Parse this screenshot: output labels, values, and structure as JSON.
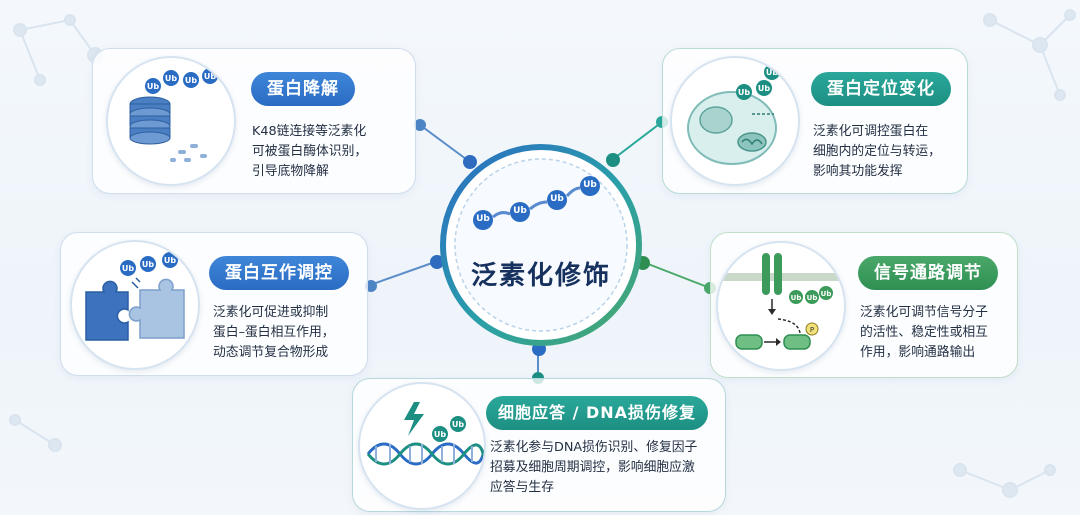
{
  "center": {
    "title": "泛素化修饰",
    "ub_label": "Ub"
  },
  "cards": {
    "degradation": {
      "title": "蛋白降解",
      "lines": [
        "K48链连接等泛素化",
        "可被蛋白酶体识别，",
        "引导底物降解"
      ]
    },
    "localization": {
      "title": "蛋白定位变化",
      "lines": [
        "泛素化可调控蛋白在",
        "细胞内的定位与转运，",
        "影响其功能发挥"
      ]
    },
    "interaction": {
      "title": "蛋白互作调控",
      "lines": [
        "泛素化可促进或抑制",
        "蛋白–蛋白相互作用，",
        "动态调节复合物形成"
      ]
    },
    "signaling": {
      "title": "信号通路调节",
      "lines": [
        "泛素化可调节信号分子",
        "的活性、稳定性或相互",
        "作用，影响通路输出"
      ]
    },
    "dna": {
      "title": "细胞应答 / DNA损伤修复",
      "lines": [
        "泛素化参与DNA损伤识别、修复因子",
        "招募及细胞周期调控，影响细胞应激",
        "应答与生存"
      ]
    }
  },
  "icon_labels": {
    "ub": "Ub",
    "p": "P"
  },
  "colors": {
    "blue": "#2a6cc4",
    "teal": "#1c8f82",
    "green": "#2f8f52",
    "navy": "#17315e"
  }
}
